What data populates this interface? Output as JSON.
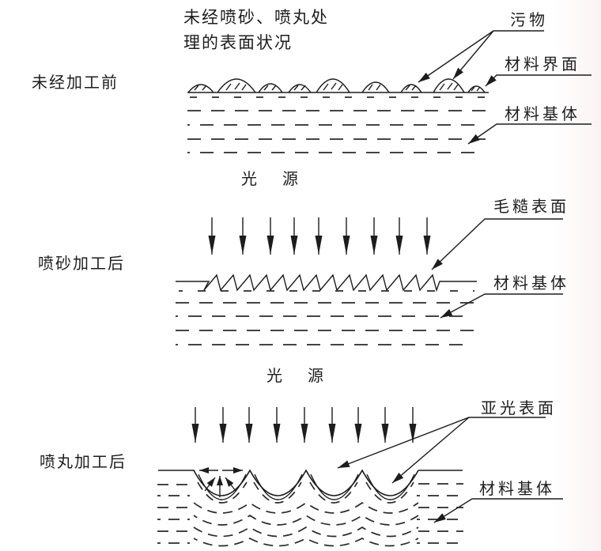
{
  "page": {
    "background_color": "#ffffff",
    "ink_color": "#1d1d1d",
    "right_edge_tint": "#fbf3f3"
  },
  "sections": {
    "top": {
      "caption_line1": "未经喷砂、喷丸处",
      "caption_line2": "理的表面状况",
      "side_label": "未经加工前",
      "labels": {
        "dirt": "污物",
        "interface": "材料界面",
        "substrate": "材料基体"
      }
    },
    "middle": {
      "side_label": "喷砂加工后",
      "light_source": "光　源",
      "labels": {
        "rough_surface": "毛糙表面",
        "substrate": "材料基体"
      }
    },
    "bottom": {
      "side_label": "喷丸加工后",
      "light_source": "光　源",
      "labels": {
        "matte_surface": "亚光表面",
        "substrate": "材料基体"
      }
    }
  }
}
